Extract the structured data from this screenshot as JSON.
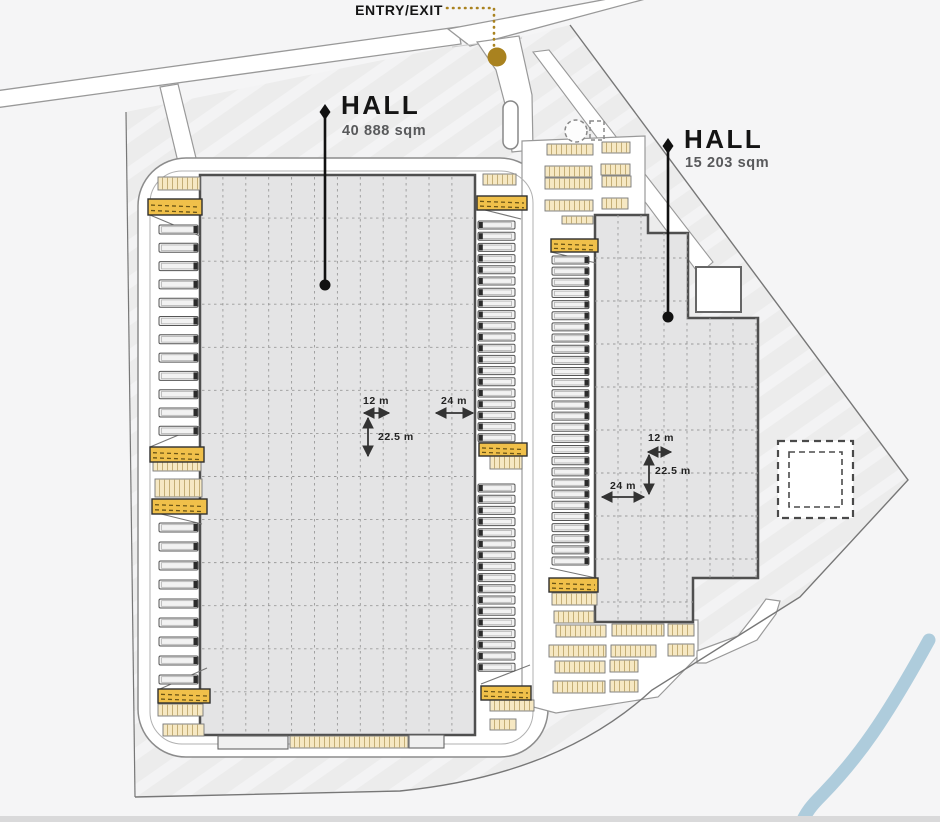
{
  "plan": {
    "entry": {
      "label": "ENTRY/EXIT"
    },
    "halls": [
      {
        "label": "HALL",
        "area": "40 888 sqm"
      },
      {
        "label": "HALL",
        "area": "15 203 sqm"
      }
    ],
    "dims": {
      "hall1": {
        "bay_width": "12 m",
        "dock_span": "24 m",
        "bay_depth": "22.5 m"
      },
      "hall2": {
        "bay_width": "12 m",
        "bay_depth": "22.5 m",
        "dock_span": "24 m"
      }
    },
    "colors": {
      "accent_gold": "#A9821F",
      "ramp_yellow": "#F0C04A",
      "ramp_hatch": "#6B5516",
      "stall_tan": "#F6E8C3",
      "stall_stripe": "#BFA76E",
      "hall_fill": "#E4E4E5",
      "hall_border": "#4F4F4F",
      "grid_dash": "#9A9A9A",
      "stream_blue": "#AECCDC",
      "area_text_gray": "#58595B",
      "background": "#F5F5F6",
      "parcel": "#ECECEC",
      "road_edge": "#8C8C8C",
      "dim_arrow": "#333333"
    }
  }
}
